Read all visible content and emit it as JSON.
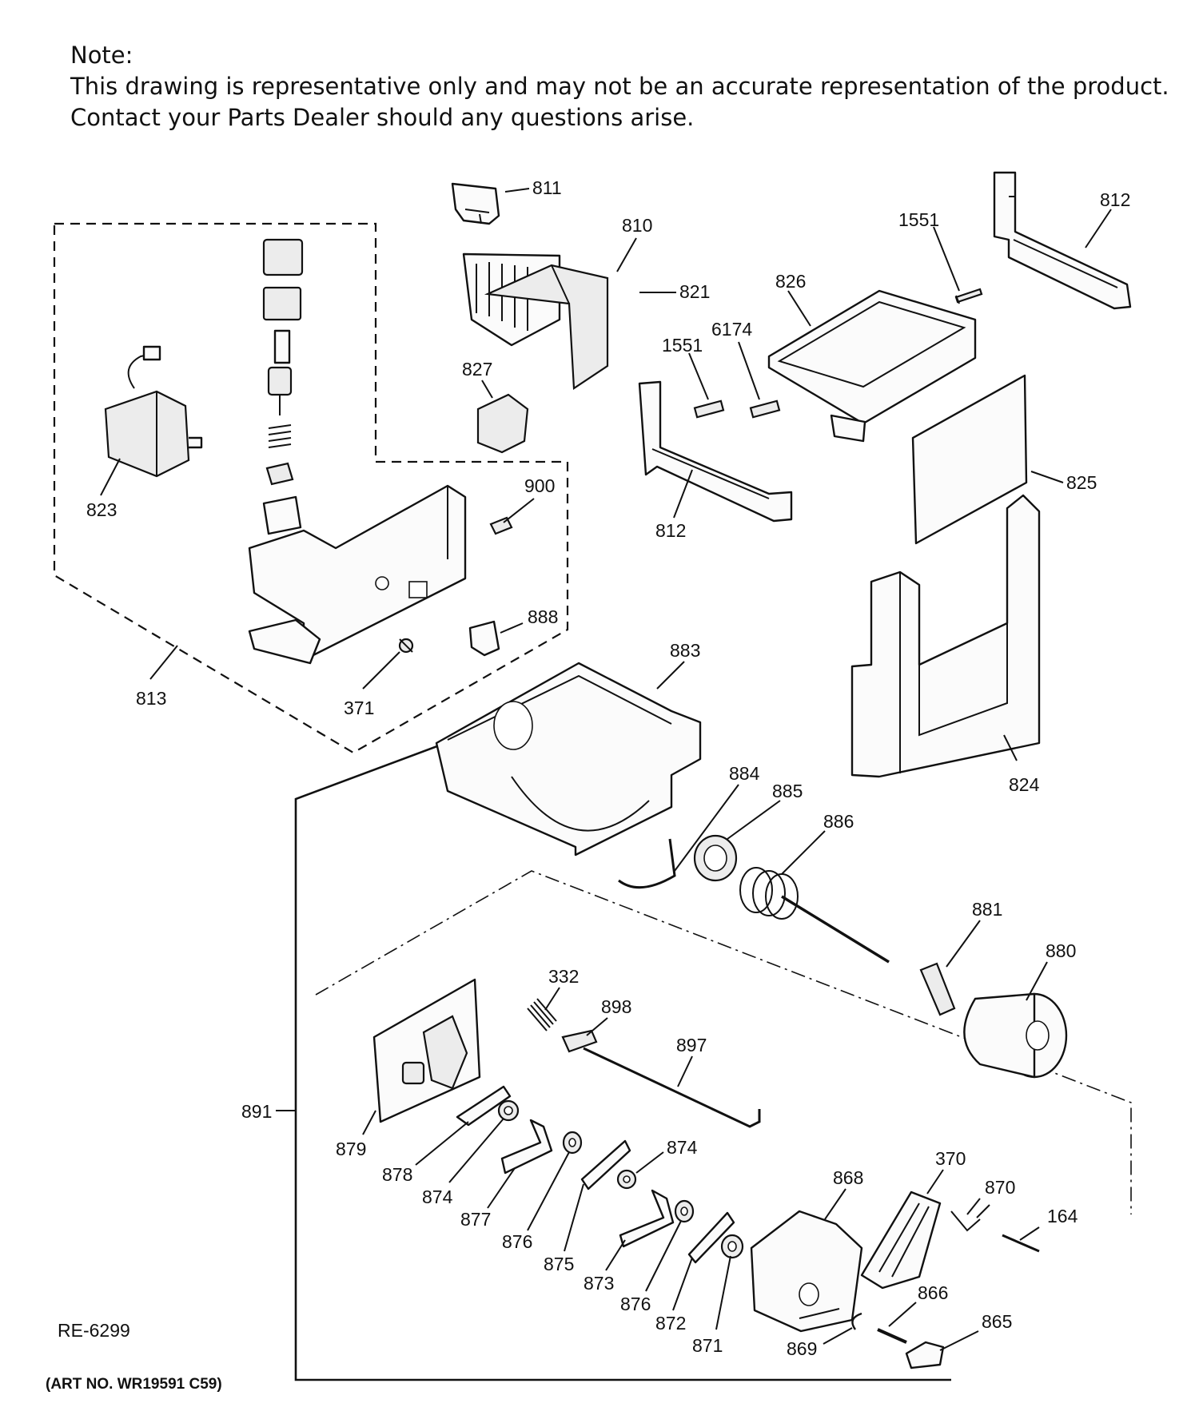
{
  "note": {
    "heading": "Note:",
    "line1": "This drawing is representative only and may not be an accurate representation of the product.",
    "line2": "Contact your Parts Dealer should any questions arise."
  },
  "labels": [
    {
      "id": "811",
      "text": "811"
    },
    {
      "id": "810",
      "text": "810"
    },
    {
      "id": "821",
      "text": "821"
    },
    {
      "id": "1551-top",
      "text": "1551"
    },
    {
      "id": "812-top",
      "text": "812"
    },
    {
      "id": "826",
      "text": "826"
    },
    {
      "id": "1551-mid",
      "text": "1551"
    },
    {
      "id": "6174",
      "text": "6174"
    },
    {
      "id": "827",
      "text": "827"
    },
    {
      "id": "823",
      "text": "823"
    },
    {
      "id": "900",
      "text": "900"
    },
    {
      "id": "812-mid",
      "text": "812"
    },
    {
      "id": "825",
      "text": "825"
    },
    {
      "id": "888",
      "text": "888"
    },
    {
      "id": "883",
      "text": "883"
    },
    {
      "id": "813",
      "text": "813"
    },
    {
      "id": "371",
      "text": "371"
    },
    {
      "id": "824",
      "text": "824"
    },
    {
      "id": "884",
      "text": "884"
    },
    {
      "id": "885",
      "text": "885"
    },
    {
      "id": "886",
      "text": "886"
    },
    {
      "id": "881",
      "text": "881"
    },
    {
      "id": "880",
      "text": "880"
    },
    {
      "id": "332",
      "text": "332"
    },
    {
      "id": "898",
      "text": "898"
    },
    {
      "id": "897",
      "text": "897"
    },
    {
      "id": "891",
      "text": "891"
    },
    {
      "id": "879",
      "text": "879"
    },
    {
      "id": "874-left",
      "text": "874"
    },
    {
      "id": "878",
      "text": "878"
    },
    {
      "id": "877",
      "text": "877"
    },
    {
      "id": "876-left",
      "text": "876"
    },
    {
      "id": "874-right",
      "text": "874"
    },
    {
      "id": "875",
      "text": "875"
    },
    {
      "id": "873",
      "text": "873"
    },
    {
      "id": "876-right",
      "text": "876"
    },
    {
      "id": "872",
      "text": "872"
    },
    {
      "id": "871",
      "text": "871"
    },
    {
      "id": "868",
      "text": "868"
    },
    {
      "id": "370",
      "text": "370"
    },
    {
      "id": "870",
      "text": "870"
    },
    {
      "id": "164",
      "text": "164"
    },
    {
      "id": "866",
      "text": "866"
    },
    {
      "id": "865",
      "text": "865"
    },
    {
      "id": "869",
      "text": "869"
    }
  ],
  "ref_code": "RE-6299",
  "art_no": "(ART NO. WR19591 C59)"
}
